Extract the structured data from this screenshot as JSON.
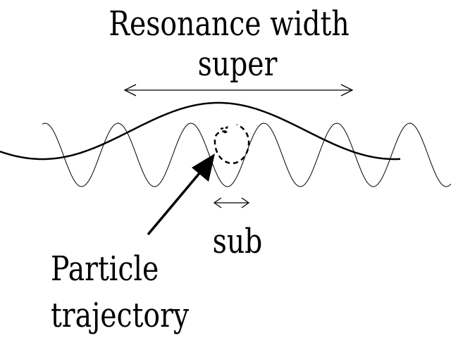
{
  "labels": {
    "title_line1": "Resonance width",
    "title_line2": "super",
    "sub": "sub",
    "particle_line1": "Particle",
    "particle_line2": "trajectory"
  },
  "colors": {
    "ink": "#000000",
    "background": "#ffffff"
  }
}
